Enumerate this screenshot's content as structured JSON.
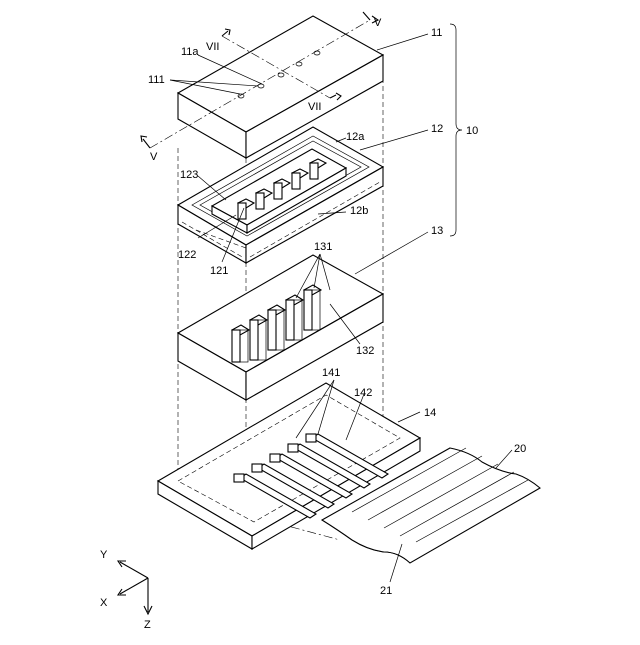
{
  "labels": {
    "l10": "10",
    "l11": "11",
    "l11a": "11a",
    "l111": "111",
    "l12": "12",
    "l12a": "12a",
    "l12b": "12b",
    "l121": "121",
    "l122": "122",
    "l123": "123",
    "l13": "13",
    "l131": "131",
    "l132": "132",
    "l14": "14",
    "l141": "141",
    "l142": "142",
    "l20": "20",
    "l21": "21",
    "v_top": "V",
    "v_bottom": "V",
    "vii_top": "VII",
    "vii_bottom": "VII"
  },
  "axes": {
    "x": "X",
    "y": "Y",
    "z": "Z"
  }
}
